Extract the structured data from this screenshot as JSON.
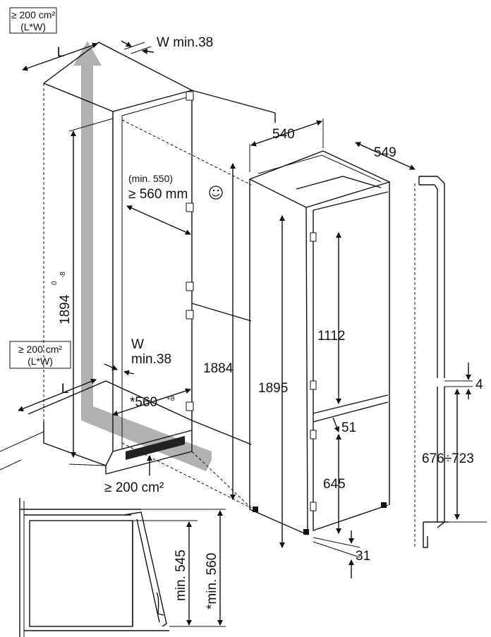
{
  "labels": {
    "ventilation_top": "≥ 200 cm²",
    "ventilation_top_sub": "(L*W)",
    "ventilation_mid": "≥ 200 cm²",
    "ventilation_mid_sub": "(L*W)",
    "ventilation_bottom": "≥ 200 cm²",
    "L_top": "L",
    "L_mid": "L",
    "W_top": "W min.38",
    "W_mid_1": "W",
    "W_mid_2": "min.38",
    "niche_height": "1894",
    "niche_height_tol_up": "0",
    "niche_height_tol_down": "-8",
    "niche_depth_min": "(min. 550)",
    "niche_depth": "≥ 560 mm",
    "niche_width": "*560",
    "niche_width_tol": "+8",
    "cabinet_height": "1884",
    "appliance_width": "540",
    "appliance_depth": "549",
    "appliance_height": "1895",
    "fridge_door_height": "1112",
    "gap_51": "51",
    "freezer_door_height": "645",
    "base_31": "31",
    "gap_4": "4",
    "door_range": "676÷723",
    "min_545": "min. 545",
    "min_560": "*min. 560"
  },
  "icons": {
    "airflow": "airflow-arrow-icon",
    "smiley": "smiley-icon",
    "hinge": "hinge-icon"
  },
  "colors": {
    "line": "#111111",
    "airflow": "#a8a8a8"
  }
}
